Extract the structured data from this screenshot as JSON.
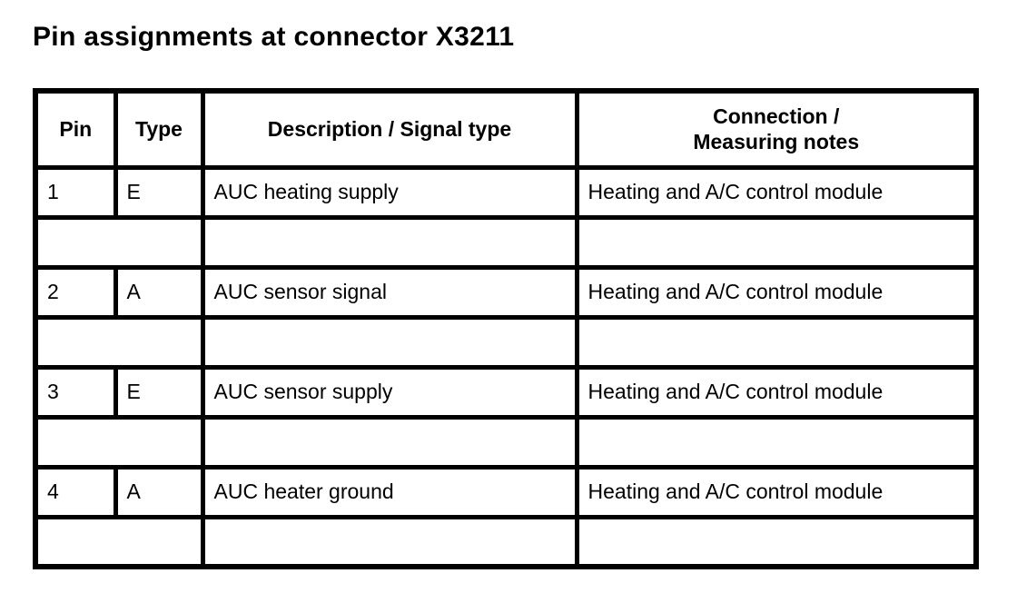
{
  "page": {
    "title": "Pin assignments at connector X3211"
  },
  "colors": {
    "text": "#000000",
    "border": "#000000",
    "background": "#ffffff"
  },
  "table": {
    "headers": {
      "pin": "Pin",
      "type": "Type",
      "description": "Description / Signal type",
      "connection": "Connection /\nMeasuring notes"
    },
    "rows": [
      {
        "pin": "1",
        "type": "E",
        "description": "AUC heating supply",
        "connection": "Heating and A/C control module",
        "note_pin_type": "",
        "note_description": "",
        "note_connection": ""
      },
      {
        "pin": "2",
        "type": "A",
        "description": "AUC sensor signal",
        "connection": "Heating and A/C control module",
        "note_pin_type": "",
        "note_description": "",
        "note_connection": ""
      },
      {
        "pin": "3",
        "type": "E",
        "description": "AUC sensor supply",
        "connection": "Heating and A/C control module",
        "note_pin_type": "",
        "note_description": "",
        "note_connection": ""
      },
      {
        "pin": "4",
        "type": "A",
        "description": "AUC heater ground",
        "connection": "Heating and A/C control module",
        "note_pin_type": "",
        "note_description": "",
        "note_connection": ""
      }
    ]
  }
}
